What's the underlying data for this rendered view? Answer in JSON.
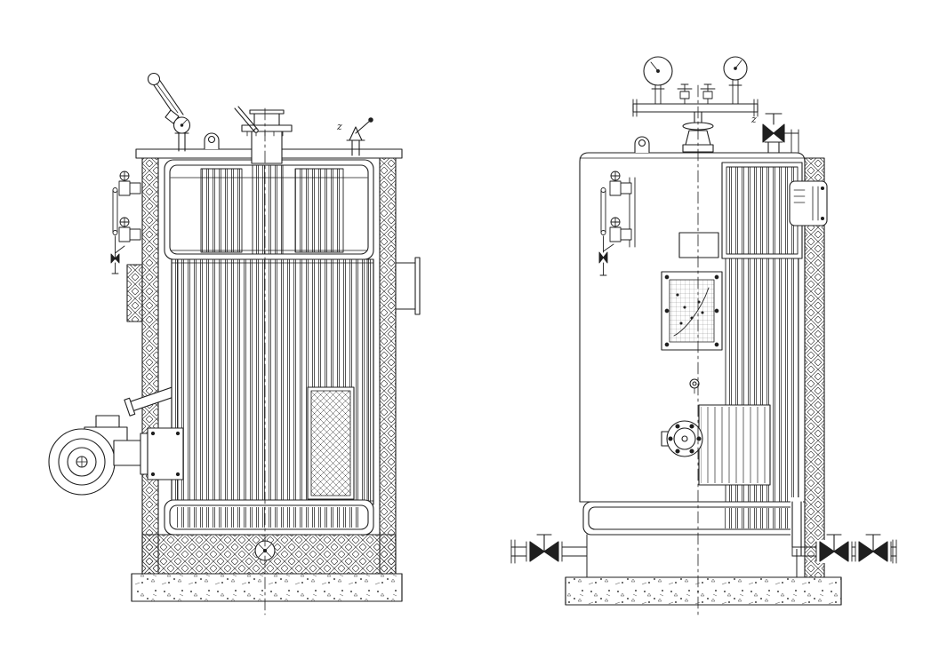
{
  "page": {
    "background": "#ffffff",
    "line_color": "#1f1f1f"
  },
  "drawing": {
    "type": "technical-drawing",
    "description": "Two orthographic elevation views of a vertical fire-tube steam boiler",
    "views": [
      {
        "id": "left-view",
        "label": "Side elevation with burner",
        "components": [
          "thermometer",
          "pressure-gauge",
          "flue-stub",
          "damper-lever",
          "lifting-lug",
          "safety-valve",
          "water-level-gauge",
          "brick-casing-wall",
          "upper-drum",
          "fire-tube-bank",
          "access-door",
          "smoke-outlet",
          "feed-pipe",
          "burner-fan",
          "burner-mount-plate",
          "lower-header",
          "drain-fitting",
          "masonry-base",
          "concrete-foundation",
          "centerline"
        ]
      },
      {
        "id": "right-view",
        "label": "Front elevation with gauge manifold",
        "components": [
          "pressure-gauge-left",
          "pressure-gauge-right",
          "gauge-manifold",
          "test-cocks",
          "main-steam-valve",
          "safety-valve",
          "lifting-lug",
          "water-level-gauge",
          "control-box",
          "sight-door",
          "inspection-box",
          "plug-fitting",
          "burner-mount-flange",
          "convection-rib-panel",
          "rib-plate",
          "blowdown-valve-left",
          "blowdown-valves-right",
          "downcomer-pipe",
          "brick-casing-wall",
          "lower-band",
          "skirt",
          "concrete-foundation",
          "centerline"
        ]
      }
    ],
    "annotations": {
      "left_safety_valve_mark": "z",
      "right_safety_valve_mark": "z"
    }
  }
}
